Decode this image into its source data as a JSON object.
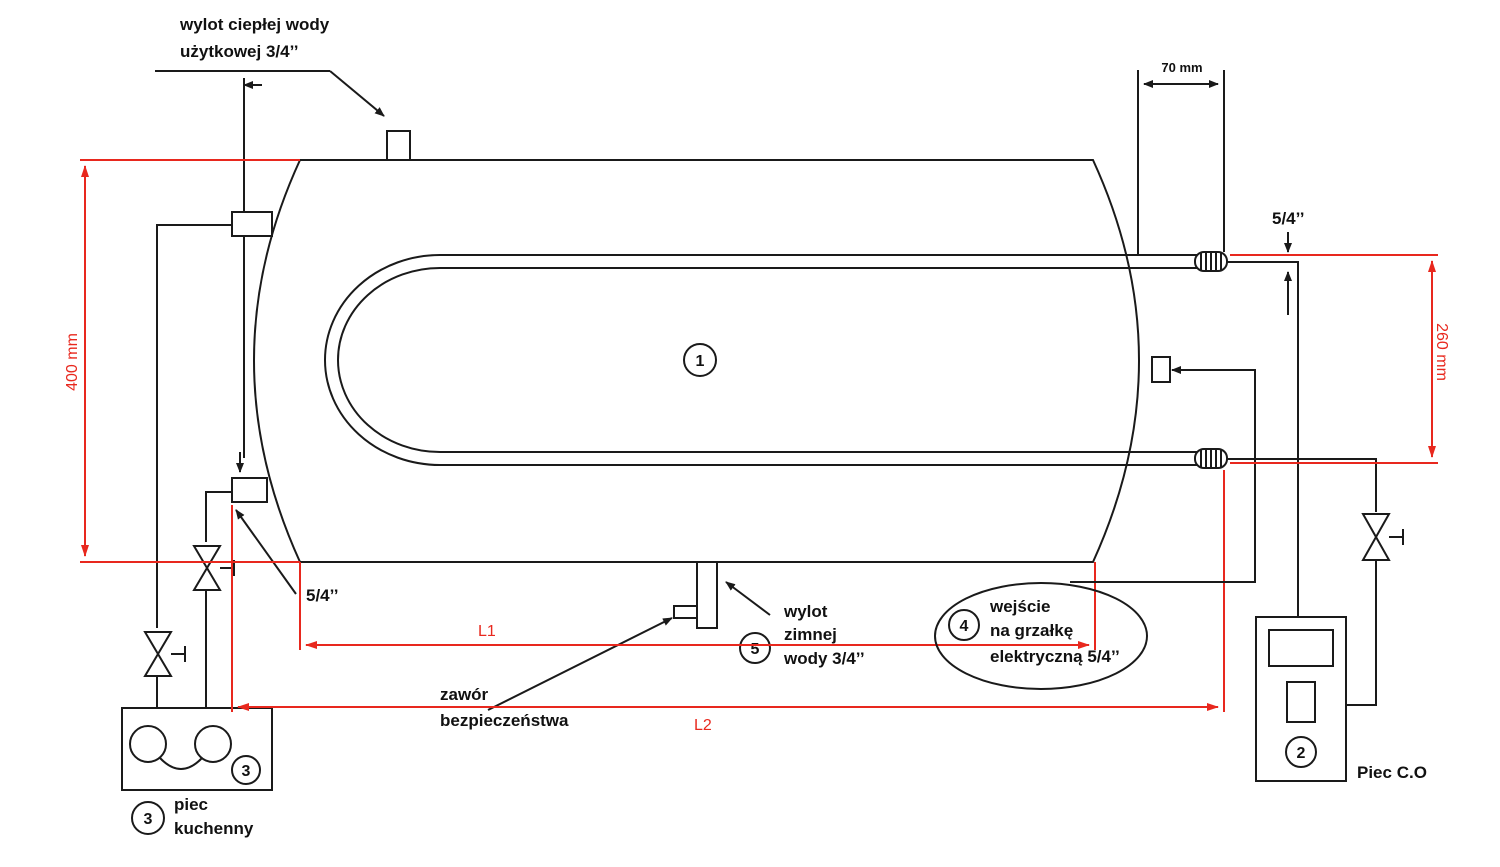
{
  "labels": {
    "hot_outlet_l1": "wylot ciepłej wody",
    "hot_outlet_l2": "użytkowej 3/4’’",
    "dim_70": "70 mm",
    "size_54_top": "5/4’’",
    "size_54_bottom": "5/4’’",
    "dim_400": "400 mm",
    "dim_260": "260 mm",
    "tank_num": "1",
    "l1": "L1",
    "l2": "L2",
    "cold_l1": "wylot",
    "cold_l2": "zimnej",
    "cold_l3": "wody 3/4’’",
    "cold_num": "5",
    "heater_l1": "wejście",
    "heater_l2": "na grzałkę",
    "heater_l3": "elektryczną 5/4’’",
    "heater_num": "4",
    "valve_l1": "zawór",
    "valve_l2": "bezpieczeństwa",
    "stove_num_box": "3",
    "stove_num": "3",
    "stove_l1": "piec",
    "stove_l2": "kuchenny",
    "boiler_num": "2",
    "boiler_label": "Piec C.O"
  },
  "colors": {
    "dimension": "#e8281e",
    "line": "#1a1a1a"
  }
}
